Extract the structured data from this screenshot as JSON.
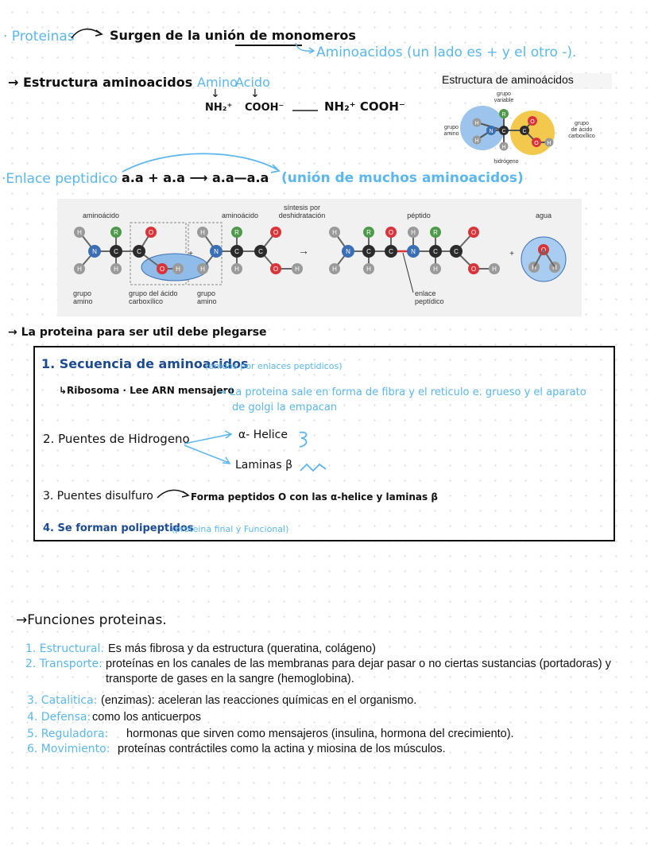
{
  "header": {
    "proteinas": "· Proteinas",
    "surgen": "Surgen de la unión de monomeros",
    "aminoacidos_note": "Aminoacidos (un lado es + y el otro -)."
  },
  "estructura": {
    "title": "→ Estructura aminoacidos",
    "amino": "Amino",
    "acido": "Acido",
    "nh2": "NH₂⁺",
    "cooh": "COOH⁻",
    "combined": "NH₂⁺ COOH⁻",
    "diagram_title": "Estructura de aminoácidos",
    "grupo_variable": "grupo variable",
    "grupo_amino": "grupo amino",
    "grupo_acido": "grupo de ácido carboxílico",
    "hidrogeno": "hidrógeno"
  },
  "enlace": {
    "title": "·Enlace peptidico",
    "formula": "a.a + a.a ⟶ a.a—a.a",
    "note": "(unión de muchos aminoacidos)",
    "diagram": {
      "aminoacido1": "aminoácido",
      "aminoacido2": "aminoácido",
      "sintesis": "síntesis por deshidratación",
      "peptido": "péptido",
      "agua": "agua",
      "grupo_amino1": "grupo amino",
      "grupo_acido": "grupo del ácido carboxílico",
      "grupo_amino2": "grupo amino",
      "enlace_peptidico": "enlace peptídico"
    }
  },
  "plegarse": "→ La proteina para ser util debe plegarse",
  "box": {
    "item1": "1. Secuencia de aminoacidos",
    "item1_note": "(unidos por enlaces peptidicos)",
    "ribosoma": "↳Ribosoma · Lee ARN mensajero",
    "ribosoma_note_1": "→ La proteina sale en forma de fibra y el reticulo e. grueso y el aparato",
    "ribosoma_note_2": "de golgi la empacan",
    "item2": "2. Puentes de Hidrogeno",
    "alfa": "α- Helice",
    "laminas": "Laminas β",
    "item3": "3. Puentes disulfuro",
    "item3_note": "Forma peptidos O con las α-helice y laminas β",
    "item4": "4. Se forman polipeptidos",
    "item4_note": "(proteina final y Funcional)"
  },
  "funciones": {
    "title": "→Funciones proteinas.",
    "items": [
      {
        "label": "1. Estructural.",
        "text": "Es más fibrosa y da estructura (queratina, colágeno)"
      },
      {
        "label": "2. Transporte:",
        "text": "proteínas en los canales de las membranas para dejar pasar o no ciertas sustancias (portadoras) y",
        "text2": "transporte de gases en la sangre (hemoglobina)."
      },
      {
        "label": "3. Catalitica:",
        "text": "(enzimas): aceleran las reacciones químicas en el organismo."
      },
      {
        "label": "4. Defensa:",
        "text": "como los anticuerpos"
      },
      {
        "label": "5. Reguladora:",
        "text": "hormonas que sirven como mensajeros (insulina, hormona del crecimiento)."
      },
      {
        "label": "6. Movimiento:",
        "text": "proteínas contráctiles como la actina y miosina de los músculos."
      }
    ]
  },
  "atoms": {
    "H": "H",
    "R": "R",
    "O": "O",
    "N": "N",
    "C": "C"
  },
  "colors": {
    "blue": "#5bb7ec",
    "ink": "#111111",
    "nitrogen": "#3b6fb5",
    "oxygen": "#d9343a",
    "rgroup": "#4f9a4a",
    "carbon": "#2b2b2b",
    "hydrogen": "#9a9a9a",
    "yellow": "#f2c94c",
    "water": "#a9cdf0"
  }
}
